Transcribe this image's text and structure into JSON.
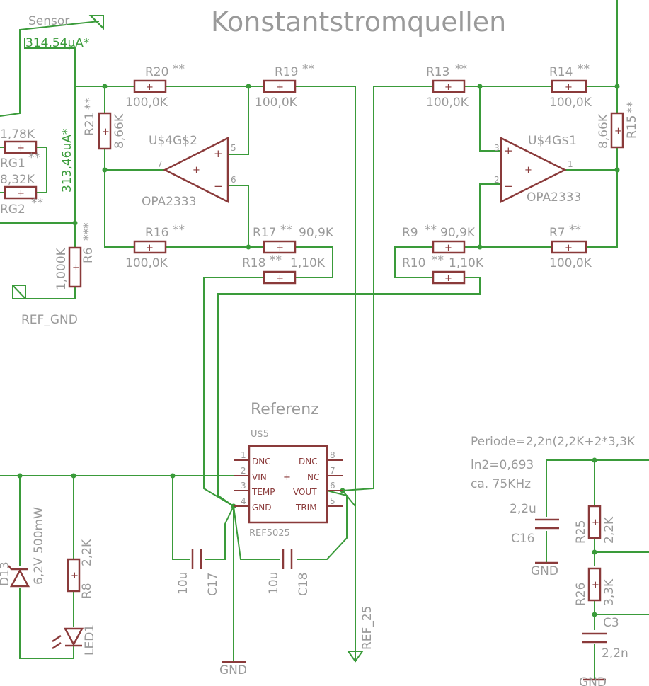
{
  "title": "Konstantstromquellen",
  "sensor": {
    "label": "Sensor",
    "current": "314,54µA*"
  },
  "current2": "313,46uA*",
  "ref_gnd": "REF_GND",
  "rg1": {
    "name": "RG1",
    "stars": "**",
    "value": "1,78K"
  },
  "rg2": {
    "name": "RG2",
    "stars": "**",
    "value": "8,32K"
  },
  "r6": {
    "name": "R6",
    "stars": "***",
    "value": "1,000K"
  },
  "r21": {
    "name": "R21",
    "stars": "**",
    "value": "8,66K"
  },
  "r20": {
    "name": "R20",
    "stars": "**",
    "value": "100,0K"
  },
  "r19": {
    "name": "R19",
    "stars": "**",
    "value": "100,0K"
  },
  "r16": {
    "name": "R16",
    "stars": "**",
    "value": "100,0K"
  },
  "r17": {
    "name": "R17",
    "stars": "**",
    "value": "90,9K"
  },
  "r18": {
    "name": "R18",
    "stars": "**",
    "value": "1,10K"
  },
  "op2": {
    "name": "U$4G$2",
    "part": "OPA2333",
    "pin_plus": "5",
    "pin_minus": "6",
    "pin_out": "7"
  },
  "r13": {
    "name": "R13",
    "stars": "**",
    "value": "100,0K"
  },
  "r14": {
    "name": "R14",
    "stars": "**",
    "value": "100,0K"
  },
  "r15": {
    "name": "R15",
    "stars": "**",
    "value": "8,66K"
  },
  "r9": {
    "name": "R9",
    "stars": "**",
    "value": "90,9K"
  },
  "r10": {
    "name": "R10",
    "stars": "**",
    "value": "1,10K"
  },
  "r7": {
    "name": "R7",
    "stars": "**",
    "value": "100,0K"
  },
  "op1": {
    "name": "U$4G$1",
    "part": "OPA2333",
    "pin_plus": "3",
    "pin_minus": "2",
    "pin_out": "1"
  },
  "ref_section": "Referenz",
  "u5": {
    "name": "U$5",
    "part": "REF5025",
    "left_pins": [
      {
        "num": "1",
        "name": "DNC"
      },
      {
        "num": "2",
        "name": "VIN"
      },
      {
        "num": "3",
        "name": "TEMP"
      },
      {
        "num": "4",
        "name": "GND"
      }
    ],
    "right_pins": [
      {
        "num": "8",
        "name": "DNC"
      },
      {
        "num": "7",
        "name": "NC"
      },
      {
        "num": "6",
        "name": "VOUT"
      },
      {
        "num": "5",
        "name": "TRIM"
      }
    ]
  },
  "c17": {
    "name": "C17",
    "value": "10u"
  },
  "c18": {
    "name": "C18",
    "value": "10u"
  },
  "gnd": "GND",
  "ref_25": "REF_25",
  "d13": {
    "name": "D13",
    "value": "6,2V 500mW"
  },
  "r8": {
    "name": "R8",
    "value": "2,2K"
  },
  "led1": {
    "name": "LED1"
  },
  "osc": {
    "line1": "Periode=2,2n(2,2K+2*3,3K",
    "line2": "ln2=0,693",
    "line3": "ca. 75KHz"
  },
  "c16": {
    "name": "C16",
    "value": "2,2u"
  },
  "r25": {
    "name": "R25",
    "value": "2,2K"
  },
  "r26": {
    "name": "R26",
    "value": "3,3K"
  },
  "c3": {
    "name": "C3",
    "value": "2,2n"
  }
}
